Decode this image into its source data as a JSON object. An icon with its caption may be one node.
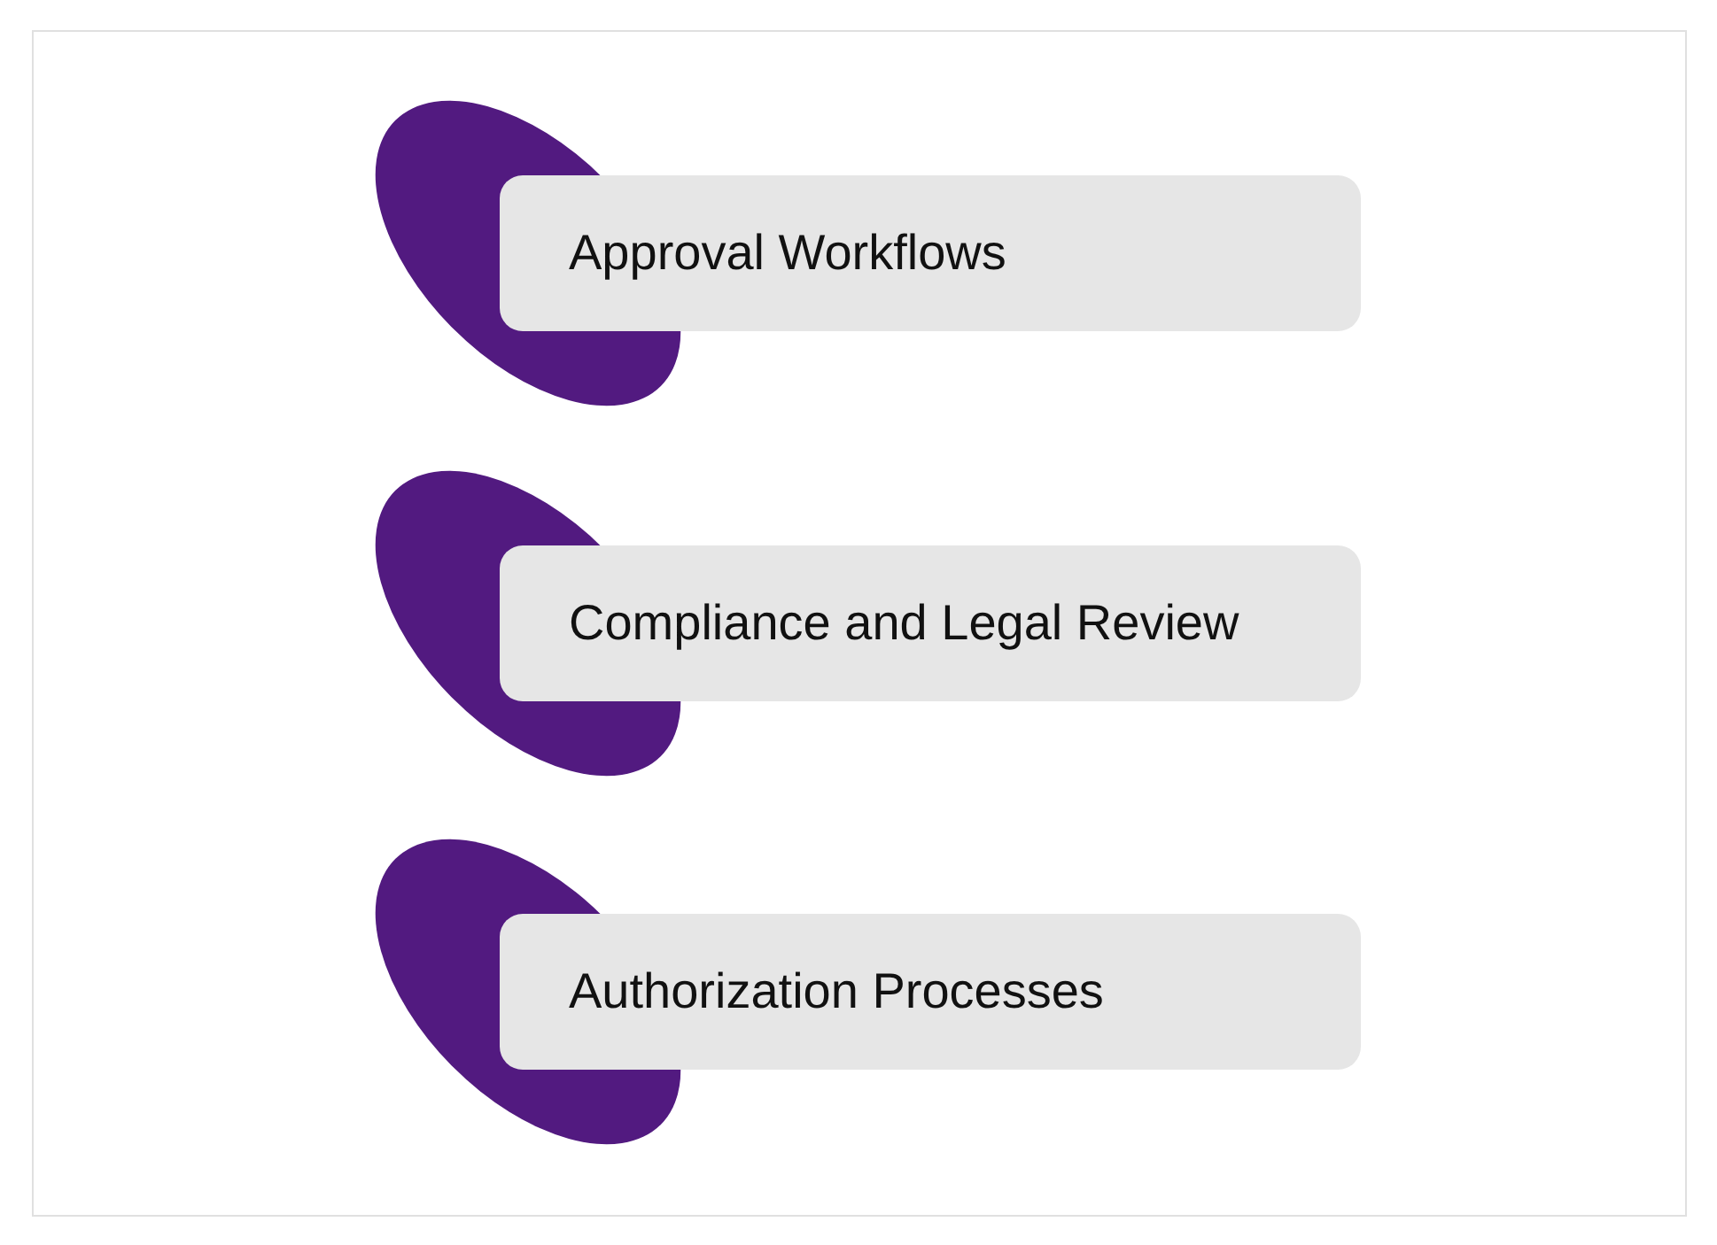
{
  "diagram": {
    "nodes": [
      {
        "text": [],
        "shape": "ellipse"
      },
      {
        "text": [
          "Approval Workflows"
        ]
      },
      {
        "text": [],
        "shape": "ellipse"
      },
      {
        "text": [
          "Compliance and Legal Review"
        ]
      },
      {
        "text": [],
        "shape": "ellipse"
      },
      {
        "text": [
          "Authorization Processes"
        ]
      }
    ]
  }
}
